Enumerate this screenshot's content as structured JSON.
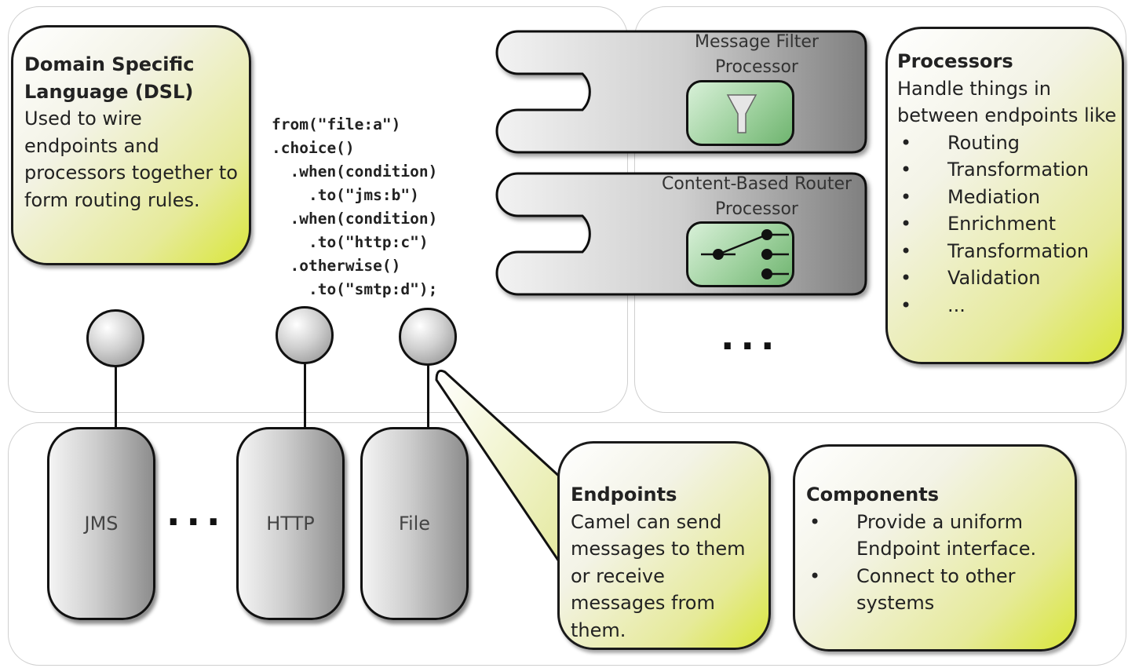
{
  "dsl": {
    "title": "Domain Specific Language (DSL)",
    "body": "Used to wire endpoints and processors together to form routing rules."
  },
  "code": {
    "lines": [
      "from(\"file:a\")",
      ".choice()",
      "  .when(condition)",
      "    .to(\"jms:b\")",
      "  .when(condition)",
      "    .to(\"http:c\")",
      "  .otherwise()",
      "    .to(\"smtp:d\");"
    ]
  },
  "processors_diagram": {
    "filter_label": "Message Filter Processor",
    "router_label": "Content-Based Router Processor",
    "more": "..."
  },
  "processors_note": {
    "title": "Processors",
    "body": "Handle things in between endpoints like",
    "items": [
      "Routing",
      "Transformation",
      "Mediation",
      "Enrichment",
      "Transformation",
      "Validation",
      "..."
    ]
  },
  "components_diagram": {
    "jms": "JMS",
    "http": "HTTP",
    "file": "File",
    "more": "..."
  },
  "endpoints_note": {
    "title": "Endpoints",
    "body": "Camel can send messages to them or receive messages from them."
  },
  "components_note": {
    "title": "Components",
    "items": [
      "Provide a uniform Endpoint interface.",
      "Connect to other systems"
    ]
  },
  "colors": {
    "note_gradient_end": "#d9e63a",
    "processor_icon_green": "#9ed19e",
    "component_gray": "#8d8d8d"
  }
}
